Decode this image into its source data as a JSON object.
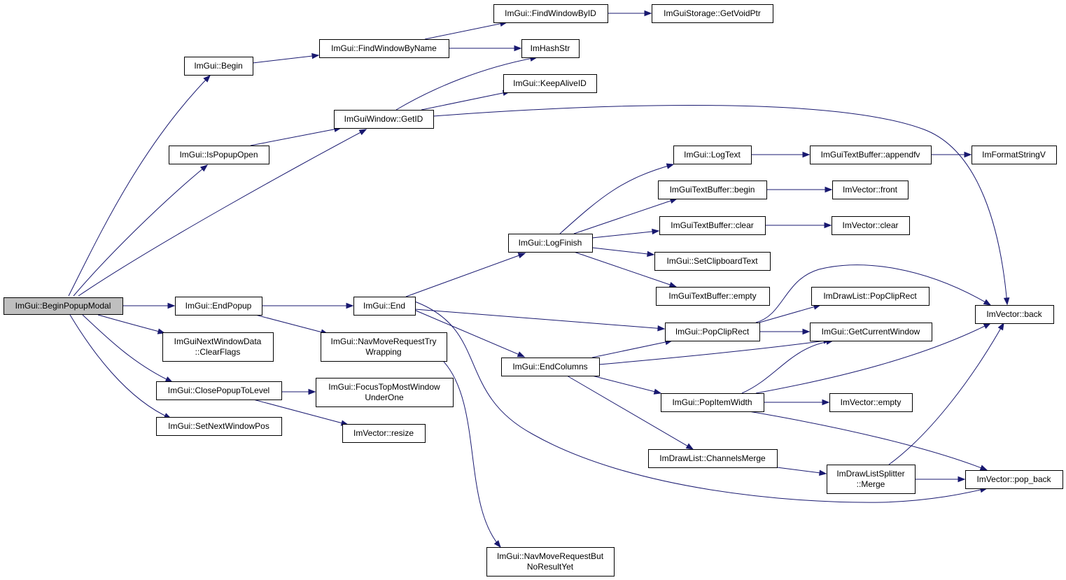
{
  "graph": {
    "title": "",
    "colors": {
      "edge": "#191970",
      "root_fill": "#bfbfbf",
      "node_fill": "#ffffff",
      "node_border": "#000000"
    },
    "nodes": [
      {
        "id": "BeginPopupModal",
        "lines": [
          "ImGui::BeginPopupModal"
        ],
        "root": true
      },
      {
        "id": "Begin",
        "lines": [
          "ImGui::Begin"
        ]
      },
      {
        "id": "IsPopupOpen",
        "lines": [
          "ImGui::IsPopupOpen"
        ]
      },
      {
        "id": "EndPopup",
        "lines": [
          "ImGui::EndPopup"
        ]
      },
      {
        "id": "ClearFlags",
        "lines": [
          "ImGuiNextWindowData",
          "::ClearFlags"
        ]
      },
      {
        "id": "ClosePopupToLevel",
        "lines": [
          "ImGui::ClosePopupToLevel"
        ]
      },
      {
        "id": "SetNextWindowPos",
        "lines": [
          "ImGui::SetNextWindowPos"
        ]
      },
      {
        "id": "FindWindowByName",
        "lines": [
          "ImGui::FindWindowByName"
        ]
      },
      {
        "id": "GetID",
        "lines": [
          "ImGuiWindow::GetID"
        ]
      },
      {
        "id": "End",
        "lines": [
          "ImGui::End"
        ]
      },
      {
        "id": "NavMoveRequestTryWrapping",
        "lines": [
          "ImGui::NavMoveRequestTry",
          "Wrapping"
        ]
      },
      {
        "id": "FocusTopMostWindowUnderOne",
        "lines": [
          "ImGui::FocusTopMostWindow",
          "UnderOne"
        ]
      },
      {
        "id": "resize",
        "lines": [
          "ImVector::resize"
        ]
      },
      {
        "id": "FindWindowByID",
        "lines": [
          "ImGui::FindWindowByID"
        ]
      },
      {
        "id": "ImHashStr",
        "lines": [
          "ImHashStr"
        ]
      },
      {
        "id": "KeepAliveID",
        "lines": [
          "ImGui::KeepAliveID"
        ]
      },
      {
        "id": "GetVoidPtr",
        "lines": [
          "ImGuiStorage::GetVoidPtr"
        ]
      },
      {
        "id": "LogFinish",
        "lines": [
          "ImGui::LogFinish"
        ]
      },
      {
        "id": "EndColumns",
        "lines": [
          "ImGui::EndColumns"
        ]
      },
      {
        "id": "NavMoveRequestButNoResultYet",
        "lines": [
          "ImGui::NavMoveRequestBut",
          "NoResultYet"
        ]
      },
      {
        "id": "LogText",
        "lines": [
          "ImGui::LogText"
        ]
      },
      {
        "id": "TextBufferBegin",
        "lines": [
          "ImGuiTextBuffer::begin"
        ]
      },
      {
        "id": "TextBufferClear",
        "lines": [
          "ImGuiTextBuffer::clear"
        ]
      },
      {
        "id": "SetClipboardText",
        "lines": [
          "ImGui::SetClipboardText"
        ]
      },
      {
        "id": "TextBufferEmpty",
        "lines": [
          "ImGuiTextBuffer::empty"
        ]
      },
      {
        "id": "PopClipRect",
        "lines": [
          "ImGui::PopClipRect"
        ]
      },
      {
        "id": "PopItemWidth",
        "lines": [
          "ImGui::PopItemWidth"
        ]
      },
      {
        "id": "ChannelsMerge",
        "lines": [
          "ImDrawList::ChannelsMerge"
        ]
      },
      {
        "id": "appendfv",
        "lines": [
          "ImGuiTextBuffer::appendfv"
        ]
      },
      {
        "id": "front",
        "lines": [
          "ImVector::front"
        ]
      },
      {
        "id": "VectorClear",
        "lines": [
          "ImVector::clear"
        ]
      },
      {
        "id": "DrawListPopClipRect",
        "lines": [
          "ImDrawList::PopClipRect"
        ]
      },
      {
        "id": "GetCurrentWindow",
        "lines": [
          "ImGui::GetCurrentWindow"
        ]
      },
      {
        "id": "VectorEmpty",
        "lines": [
          "ImVector::empty"
        ]
      },
      {
        "id": "SplitterMerge",
        "lines": [
          "ImDrawListSplitter",
          "::Merge"
        ]
      },
      {
        "id": "ImFormatStringV",
        "lines": [
          "ImFormatStringV"
        ]
      },
      {
        "id": "back",
        "lines": [
          "ImVector::back"
        ]
      },
      {
        "id": "pop_back",
        "lines": [
          "ImVector::pop_back"
        ]
      }
    ]
  }
}
